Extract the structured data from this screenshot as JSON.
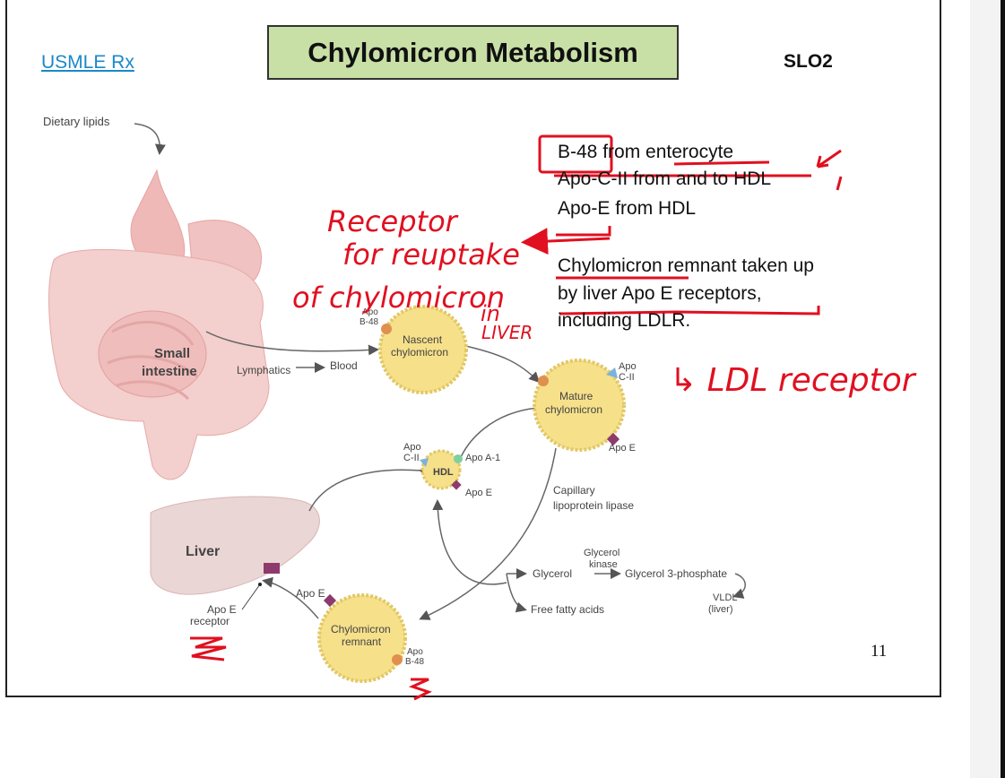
{
  "header": {
    "link_text": "USMLE Rx",
    "title": "Chylomicron Metabolism",
    "slo": "SLO2"
  },
  "notes": {
    "line1_boxed": "B-48",
    "line1_rest": " from enterocyte",
    "line2": "Apo-C-II from and to HDL",
    "line3": "Apo-E from HDL",
    "line4": "Chylomicron remnant taken up",
    "line5": "by liver Apo E receptors,",
    "line6": "including LDLR."
  },
  "diagram": {
    "dietary_lipids": "Dietary lipids",
    "small_intestine_1": "Small",
    "small_intestine_2": "intestine",
    "lymphatics": "Lymphatics",
    "blood": "Blood",
    "liver": "Liver",
    "apo_e_receptor_1": "Apo E",
    "apo_e_receptor_2": "receptor",
    "nascent_1": "Nascent",
    "nascent_2": "chylomicron",
    "apo_b48_1": "Apo",
    "apo_b48_2": "B-48",
    "mature_1": "Mature",
    "mature_2": "chylomicron",
    "apo_c2_1": "Apo",
    "apo_c2_2": "C-II",
    "apo_e": "Apo E",
    "hdl": "HDL",
    "apo_a1": "Apo A-1",
    "capillary_1": "Capillary",
    "capillary_2": "lipoprotein lipase",
    "glycerol_kinase_1": "Glycerol",
    "glycerol_kinase_2": "kinase",
    "glycerol": "Glycerol",
    "glycerol_3p": "Glycerol 3-phosphate",
    "vldl_1": "VLDL",
    "vldl_2": "(liver)",
    "free_fatty_acids": "Free fatty acids",
    "remnant_1": "Chylomicron",
    "remnant_2": "remnant"
  },
  "handwriting": {
    "h1": "Receptor",
    "h2": "for reuptake",
    "h3": "of chylomicron",
    "h4": "in",
    "h5": "LIVER",
    "h6": "↳ LDL receptor"
  },
  "page_number": "11",
  "colors": {
    "title_bg": "#c8dfa6",
    "link": "#1a88c9",
    "annotation_red": "#e01020",
    "lipid_particle": "#f6e08a",
    "tissue_pink": "#f1c8c6",
    "enzyme_green": "#3a9a55"
  }
}
